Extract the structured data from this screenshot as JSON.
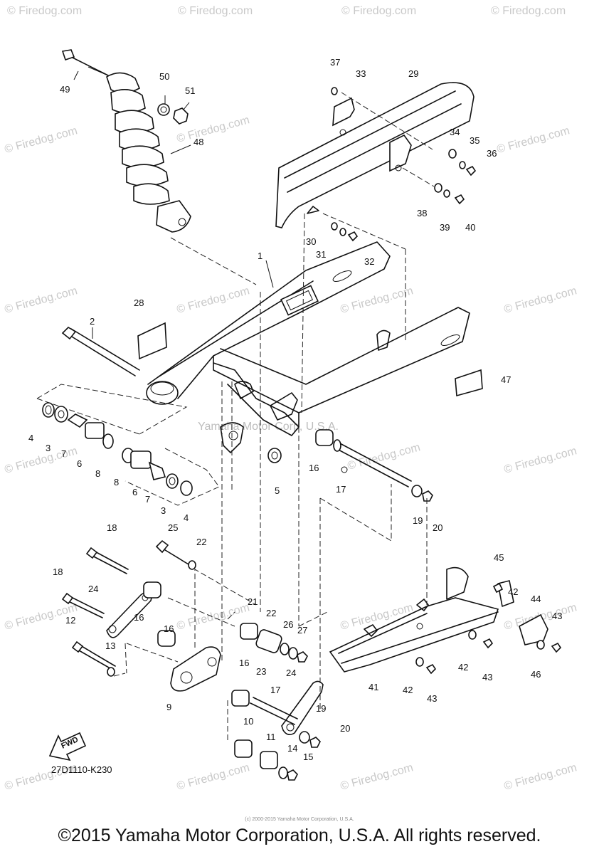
{
  "diagram": {
    "code": "27D1110-K230",
    "fwd_label": "FWD",
    "watermarks": [
      "© Firedog.com"
    ],
    "center_watermark": "Yamaha Motor Corp, U.S.A.",
    "small_notice": "(c) 2000-2015 Yamaha Motor Corporation, U.S.A."
  },
  "callouts": [
    "1",
    "2",
    "3",
    "3",
    "4",
    "4",
    "5",
    "6",
    "6",
    "7",
    "7",
    "8",
    "8",
    "9",
    "10",
    "11",
    "12",
    "13",
    "14",
    "15",
    "16",
    "16",
    "16",
    "16",
    "17",
    "17",
    "18",
    "18",
    "19",
    "19",
    "20",
    "20",
    "21",
    "22",
    "22",
    "23",
    "24",
    "24",
    "25",
    "26",
    "27",
    "28",
    "29",
    "30",
    "31",
    "32",
    "33",
    "34",
    "35",
    "36",
    "37",
    "38",
    "39",
    "40",
    "41",
    "42",
    "42",
    "42",
    "43",
    "43",
    "43",
    "44",
    "45",
    "46",
    "47",
    "48",
    "49",
    "50",
    "51"
  ],
  "footer": {
    "copyright": "©2015 Yamaha Motor Corporation, U.S.A. All rights reserved."
  }
}
